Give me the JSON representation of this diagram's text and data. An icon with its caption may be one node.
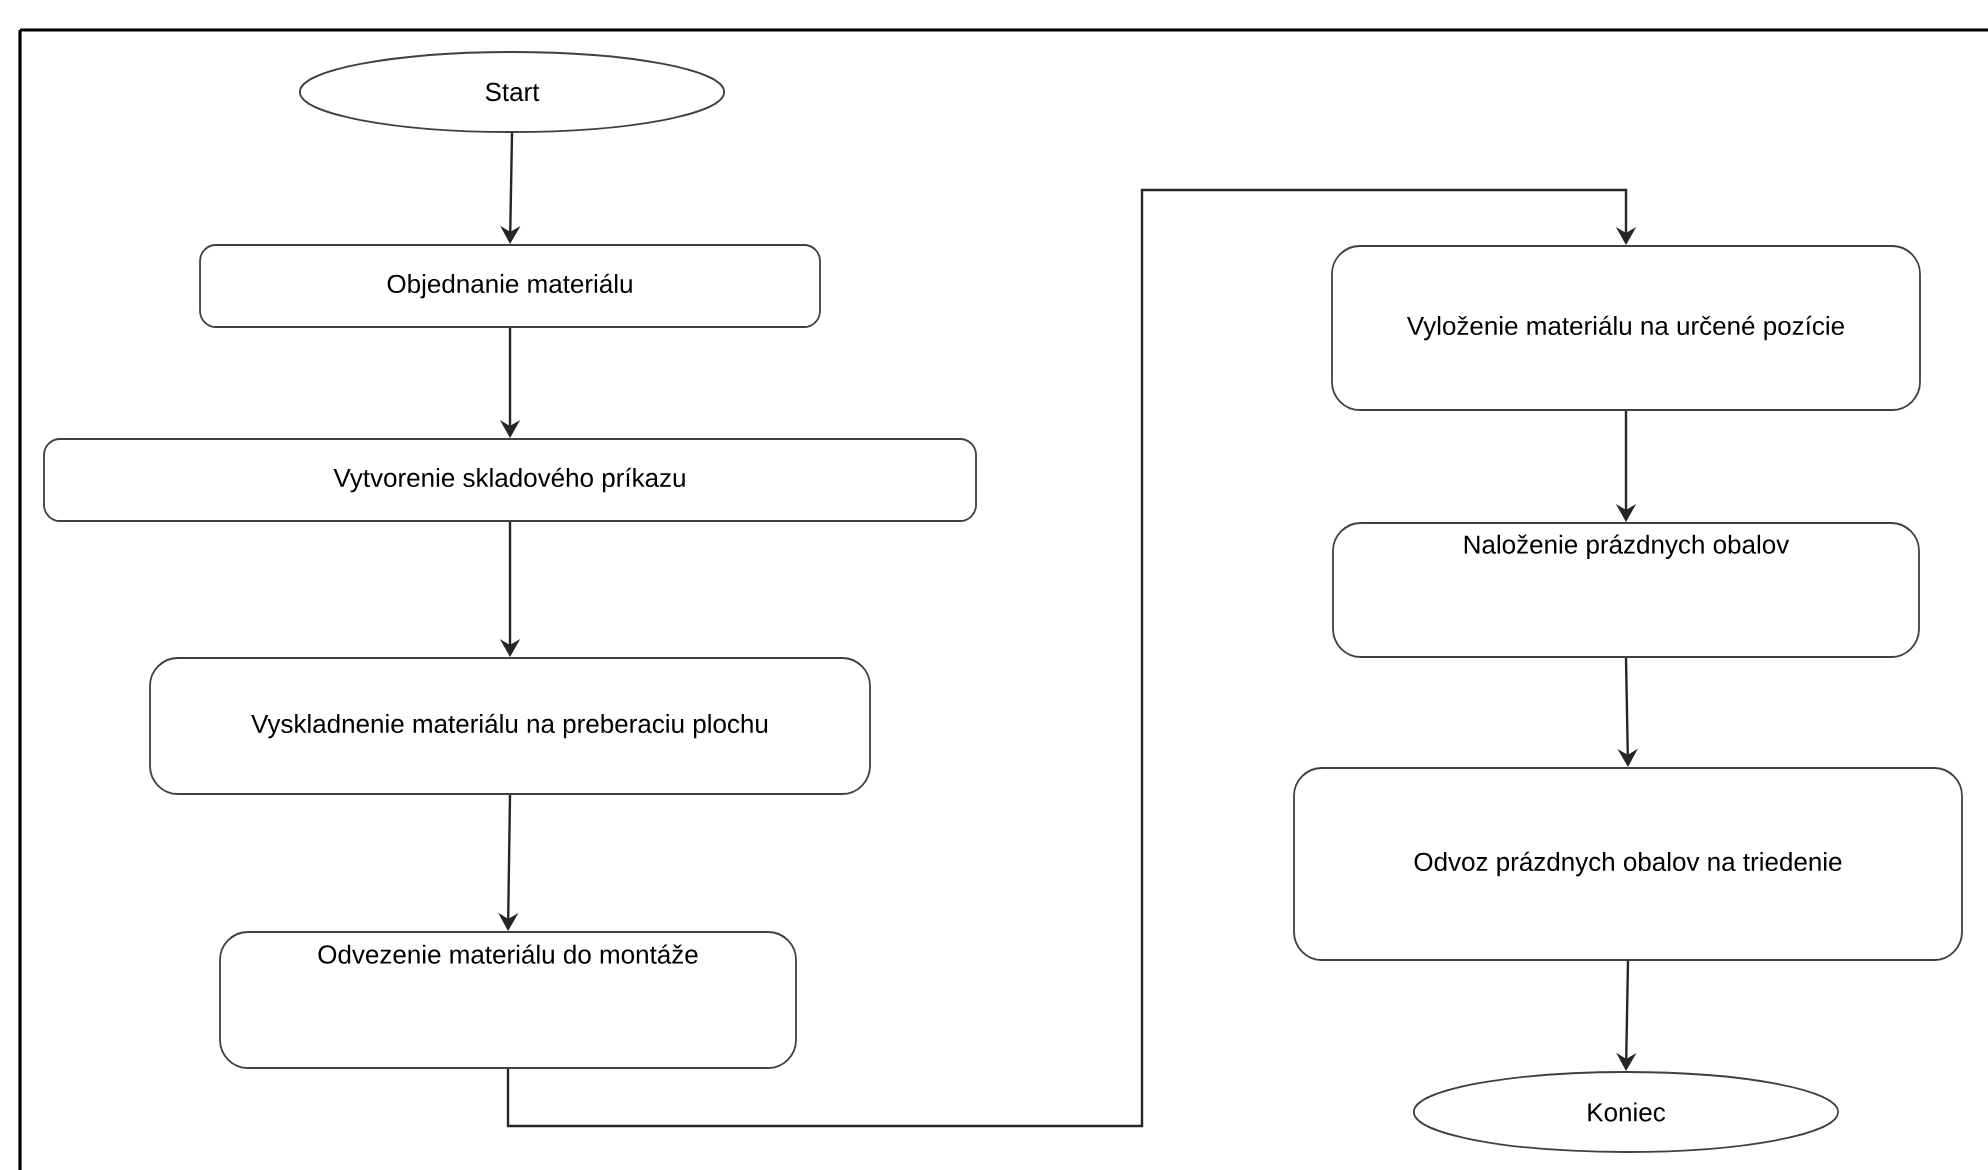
{
  "diagram": {
    "nodes": [
      {
        "text": [
          "Start"
        ]
      },
      {
        "text": [
          "Objednanie materiálu"
        ]
      },
      {
        "text": [
          "Vytvorenie skladového príkazu"
        ]
      },
      {
        "text": [
          "Vyskladnenie materiálu na preberaciu plochu"
        ]
      },
      {
        "text": [
          "Odvezenie materiálu do montáže"
        ]
      },
      {
        "text": [
          "Vyloženie materiálu na určené pozície"
        ]
      },
      {
        "text": [
          "Naloženie prázdnych obalov"
        ]
      },
      {
        "text": [
          "Odvoz prázdnych obalov na triedenie"
        ]
      },
      {
        "text": [
          "Koniec"
        ]
      }
    ],
    "edges": [
      {
        "from": 0,
        "to": 1,
        "arrow": "to"
      },
      {
        "from": 1,
        "to": 2,
        "arrow": "to"
      },
      {
        "from": 2,
        "to": 3,
        "arrow": "to"
      },
      {
        "from": 3,
        "to": 4,
        "arrow": "to"
      },
      {
        "from": 4,
        "to": 5,
        "arrow": "to"
      },
      {
        "from": 5,
        "to": 6,
        "arrow": "to"
      },
      {
        "from": 6,
        "to": 7,
        "arrow": "to"
      },
      {
        "from": 7,
        "to": 8,
        "arrow": "to"
      }
    ]
  }
}
